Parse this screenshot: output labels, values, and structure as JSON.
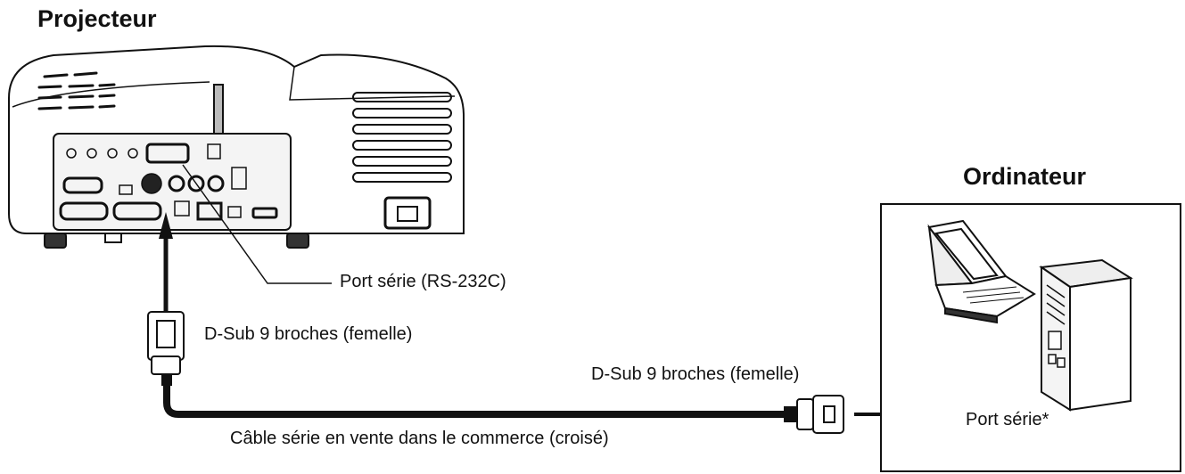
{
  "projector": {
    "title": "Projecteur",
    "serial_port_label": "Port série (RS-232C)",
    "connector_label": "D-Sub 9 broches (femelle)"
  },
  "computer": {
    "title": "Ordinateur",
    "serial_port_label": "Port série*"
  },
  "cable": {
    "computer_end_connector_label": "D-Sub 9 broches (femelle)",
    "description": "Câble série en vente dans le commerce (croisé)"
  }
}
